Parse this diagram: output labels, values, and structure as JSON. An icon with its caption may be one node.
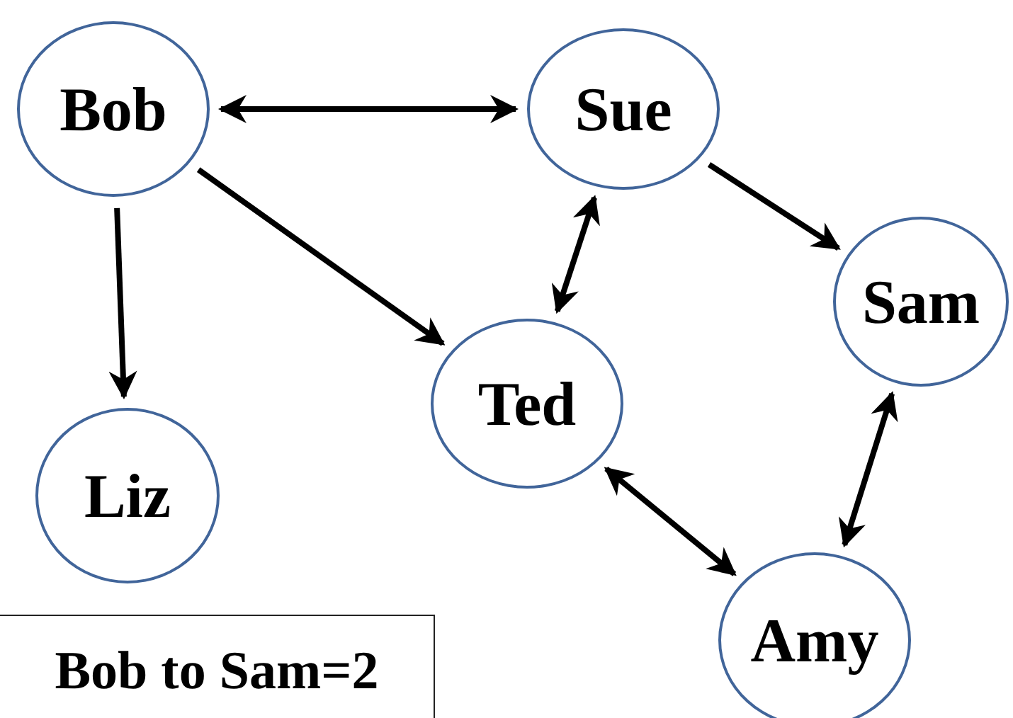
{
  "diagram": {
    "nodes": [
      {
        "text": [
          "Bob"
        ]
      },
      {
        "text": [
          "Sue"
        ]
      },
      {
        "text": [
          "Sam"
        ]
      },
      {
        "text": [
          "Ted"
        ]
      },
      {
        "text": [
          "Liz"
        ]
      },
      {
        "text": [
          "Amy"
        ]
      },
      {
        "text": [
          "Bob to Sam=2"
        ]
      }
    ],
    "edges": [
      {
        "from": 0,
        "to": 1,
        "arrow": "both"
      },
      {
        "from": 0,
        "to": 4,
        "arrow": "to"
      },
      {
        "from": 0,
        "to": 3,
        "arrow": "to"
      },
      {
        "from": 1,
        "to": 2,
        "arrow": "to"
      },
      {
        "from": 3,
        "to": 1,
        "arrow": "both"
      },
      {
        "from": 2,
        "to": 5,
        "arrow": "both"
      },
      {
        "from": 3,
        "to": 5,
        "arrow": "both"
      }
    ]
  }
}
